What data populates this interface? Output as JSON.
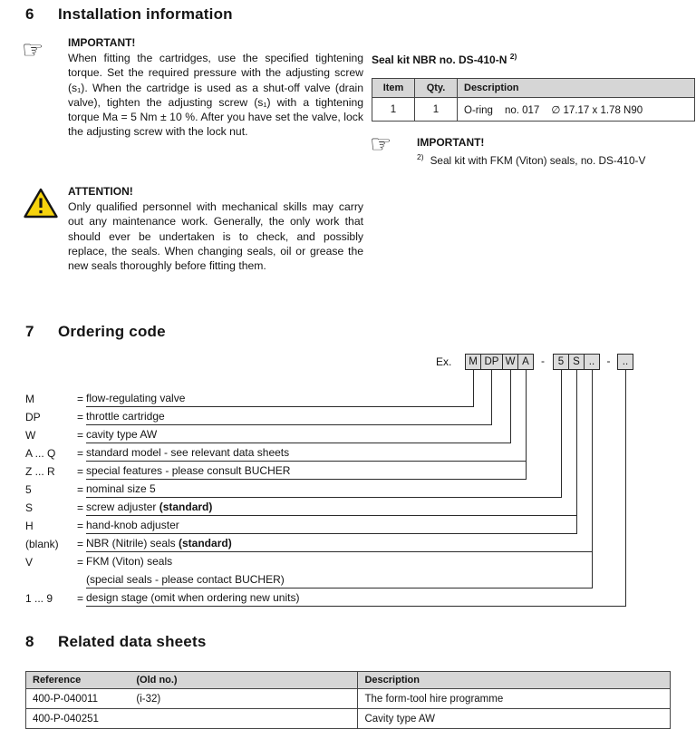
{
  "sections": {
    "installation": {
      "number": "6",
      "title": "Installation information"
    },
    "ordering": {
      "number": "7",
      "title": "Ordering code"
    },
    "related": {
      "number": "8",
      "title": "Related data sheets"
    }
  },
  "important1": {
    "heading": "IMPORTANT!",
    "body": "When fitting the cartridges, use the specified tightening torque. Set the required pressure with the adjusting screw (s₁). When the cartridge is used as a shut-off valve (drain valve), tighten the adjusting screw (s₁) with a tightening torque Ma = 5 Nm ± 10 %. After you have set the valve, lock the adjusting screw with the lock nut."
  },
  "attention": {
    "heading": "ATTENTION!",
    "body": "Only qualified personnel with mechanical skills may carry out any maintenance work. Generally, the only work that should ever be undertaken is to check, and possibly replace, the seals. When changing seals, oil or grease the new seals thoroughly before fitting them."
  },
  "seal_kit": {
    "title": "Seal kit NBR no. DS-410-N",
    "title_sup": "2)",
    "headers": [
      "Item",
      "Qty.",
      "Description"
    ],
    "row": {
      "item": "1",
      "qty": "1",
      "desc_name": "O-ring",
      "desc_no": "no. 017",
      "desc_size": "∅ 17.17 x 1.78 N90"
    }
  },
  "important2": {
    "heading": "IMPORTANT!",
    "note_sup": "2)",
    "note": "Seal kit with FKM (Viton) seals, no. DS-410-V"
  },
  "ordering": {
    "example_label": "Ex.",
    "eq": "=",
    "dash": "-",
    "boxes": [
      "M",
      "DP",
      "W",
      "A",
      "5",
      "S",
      "..",
      ".."
    ],
    "rows": [
      {
        "code": "M",
        "desc": "flow-regulating valve"
      },
      {
        "code": "DP",
        "desc": "throttle cartridge"
      },
      {
        "code": "W",
        "desc": "cavity type AW"
      },
      {
        "code": "A ... Q",
        "desc": "standard model - see relevant data sheets"
      },
      {
        "code": "Z ... R",
        "desc": "special features - please consult BUCHER"
      },
      {
        "code": "5",
        "desc": "nominal size 5"
      },
      {
        "code": "S",
        "desc": "screw adjuster ",
        "desc_bold": "(standard)"
      },
      {
        "code": "H",
        "desc": "hand-knob adjuster"
      },
      {
        "code": "(blank)",
        "desc": "NBR (Nitrile) seals ",
        "desc_bold": "(standard)"
      },
      {
        "code": "V",
        "desc": "FKM (Viton) seals"
      },
      {
        "code": "",
        "desc": "(special seals - please contact BUCHER)"
      },
      {
        "code": "1 ... 9",
        "desc": "design stage (omit when ordering new units)"
      }
    ]
  },
  "related": {
    "headers": [
      "Reference",
      "(Old no.)",
      "Description"
    ],
    "rows": [
      {
        "ref": "400-P-040011",
        "old": "(i-32)",
        "desc": "The form-tool hire programme"
      },
      {
        "ref": "400-P-040251",
        "old": "",
        "desc": "Cavity type AW"
      }
    ]
  }
}
